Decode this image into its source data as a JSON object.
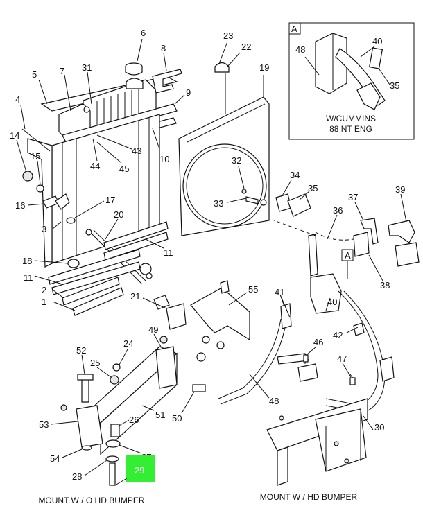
{
  "highlighted_callout": "29",
  "inset": {
    "letter": "A",
    "caption_line1": "W/CUMMINS",
    "caption_line2": "88 NT ENG",
    "callouts": [
      "48",
      "40",
      "35"
    ]
  },
  "section_flag": "A",
  "captions": {
    "left": "MOUNT W / O HD BUMPER",
    "right": "MOUNT W / HD BUMPER"
  },
  "callouts": [
    "1",
    "2",
    "3",
    "4",
    "5",
    "6",
    "7",
    "8",
    "9",
    "10",
    "11",
    "11",
    "14",
    "15",
    "16",
    "17",
    "18",
    "19",
    "20",
    "21",
    "22",
    "23",
    "24",
    "25",
    "26",
    "27",
    "28",
    "30",
    "31",
    "32",
    "33",
    "34",
    "35",
    "36",
    "37",
    "38",
    "39",
    "40",
    "41",
    "42",
    "43",
    "44",
    "45",
    "46",
    "47",
    "48",
    "49",
    "50",
    "51",
    "52",
    "53",
    "54",
    "55"
  ],
  "colors": {
    "highlight": "#33ee33",
    "ink": "#111111"
  }
}
